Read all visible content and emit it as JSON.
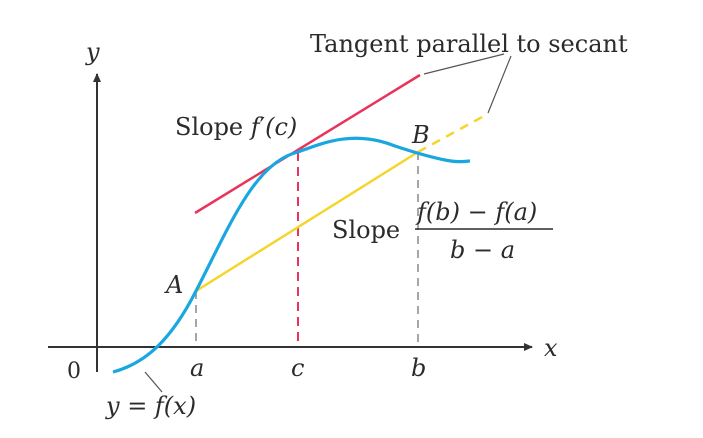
{
  "axes": {
    "x_label": "x",
    "y_label": "y",
    "origin_label": "0",
    "tick_labels": [
      "a",
      "c",
      "b"
    ]
  },
  "points": [
    "A",
    "B"
  ],
  "callout": "Tangent parallel to secant",
  "tangent_slope": {
    "text": "Slope ",
    "func": "f",
    "prime": "′",
    "arg": "(c)"
  },
  "secant_slope": {
    "text": "Slope",
    "numerator": "f(b) − f(a)",
    "denominator": "b − a"
  },
  "curve_label": "y = f(x)",
  "colors": {
    "curve": "#1aa7e0",
    "tangent": "#e8335a",
    "secant": "#f5d52a",
    "axes": "#333333",
    "guide": "#888888",
    "text": "#2b2b2b"
  }
}
